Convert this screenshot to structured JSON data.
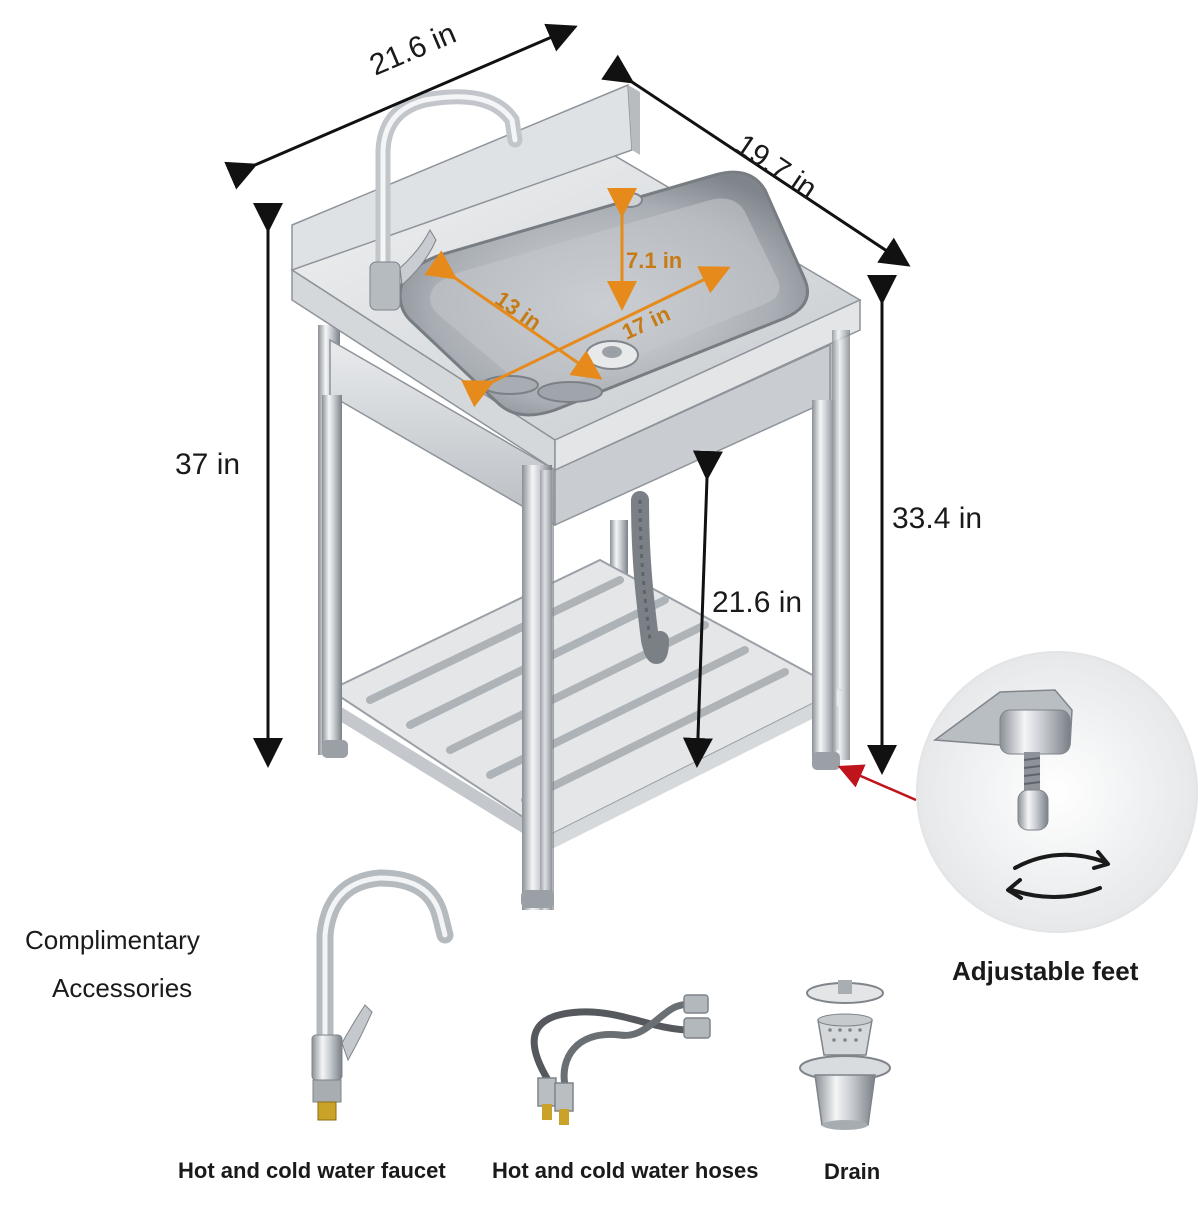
{
  "dimensions": {
    "width": "21.6 in",
    "depth": "19.7 in",
    "overall_height": "37 in",
    "counter_height": "33.4 in",
    "shelf_clearance": "21.6 in",
    "bowl_length": "17 in",
    "bowl_width": "13 in",
    "bowl_depth": "7.1 in"
  },
  "accessories": {
    "heading_line1": "Complimentary",
    "heading_line2": "Accessories",
    "faucet_caption": "Hot and cold water faucet",
    "hoses_caption": "Hot and cold water hoses",
    "drain_caption": "Drain"
  },
  "detail": {
    "feet_caption": "Adjustable feet"
  },
  "colors": {
    "dimension_line": "#111111",
    "inner_dimension": "#e58a1b",
    "callout_arrow": "#c0141c",
    "steel_light": "#eef0f2",
    "steel_mid": "#b9bec4",
    "steel_dark": "#7d838a"
  }
}
